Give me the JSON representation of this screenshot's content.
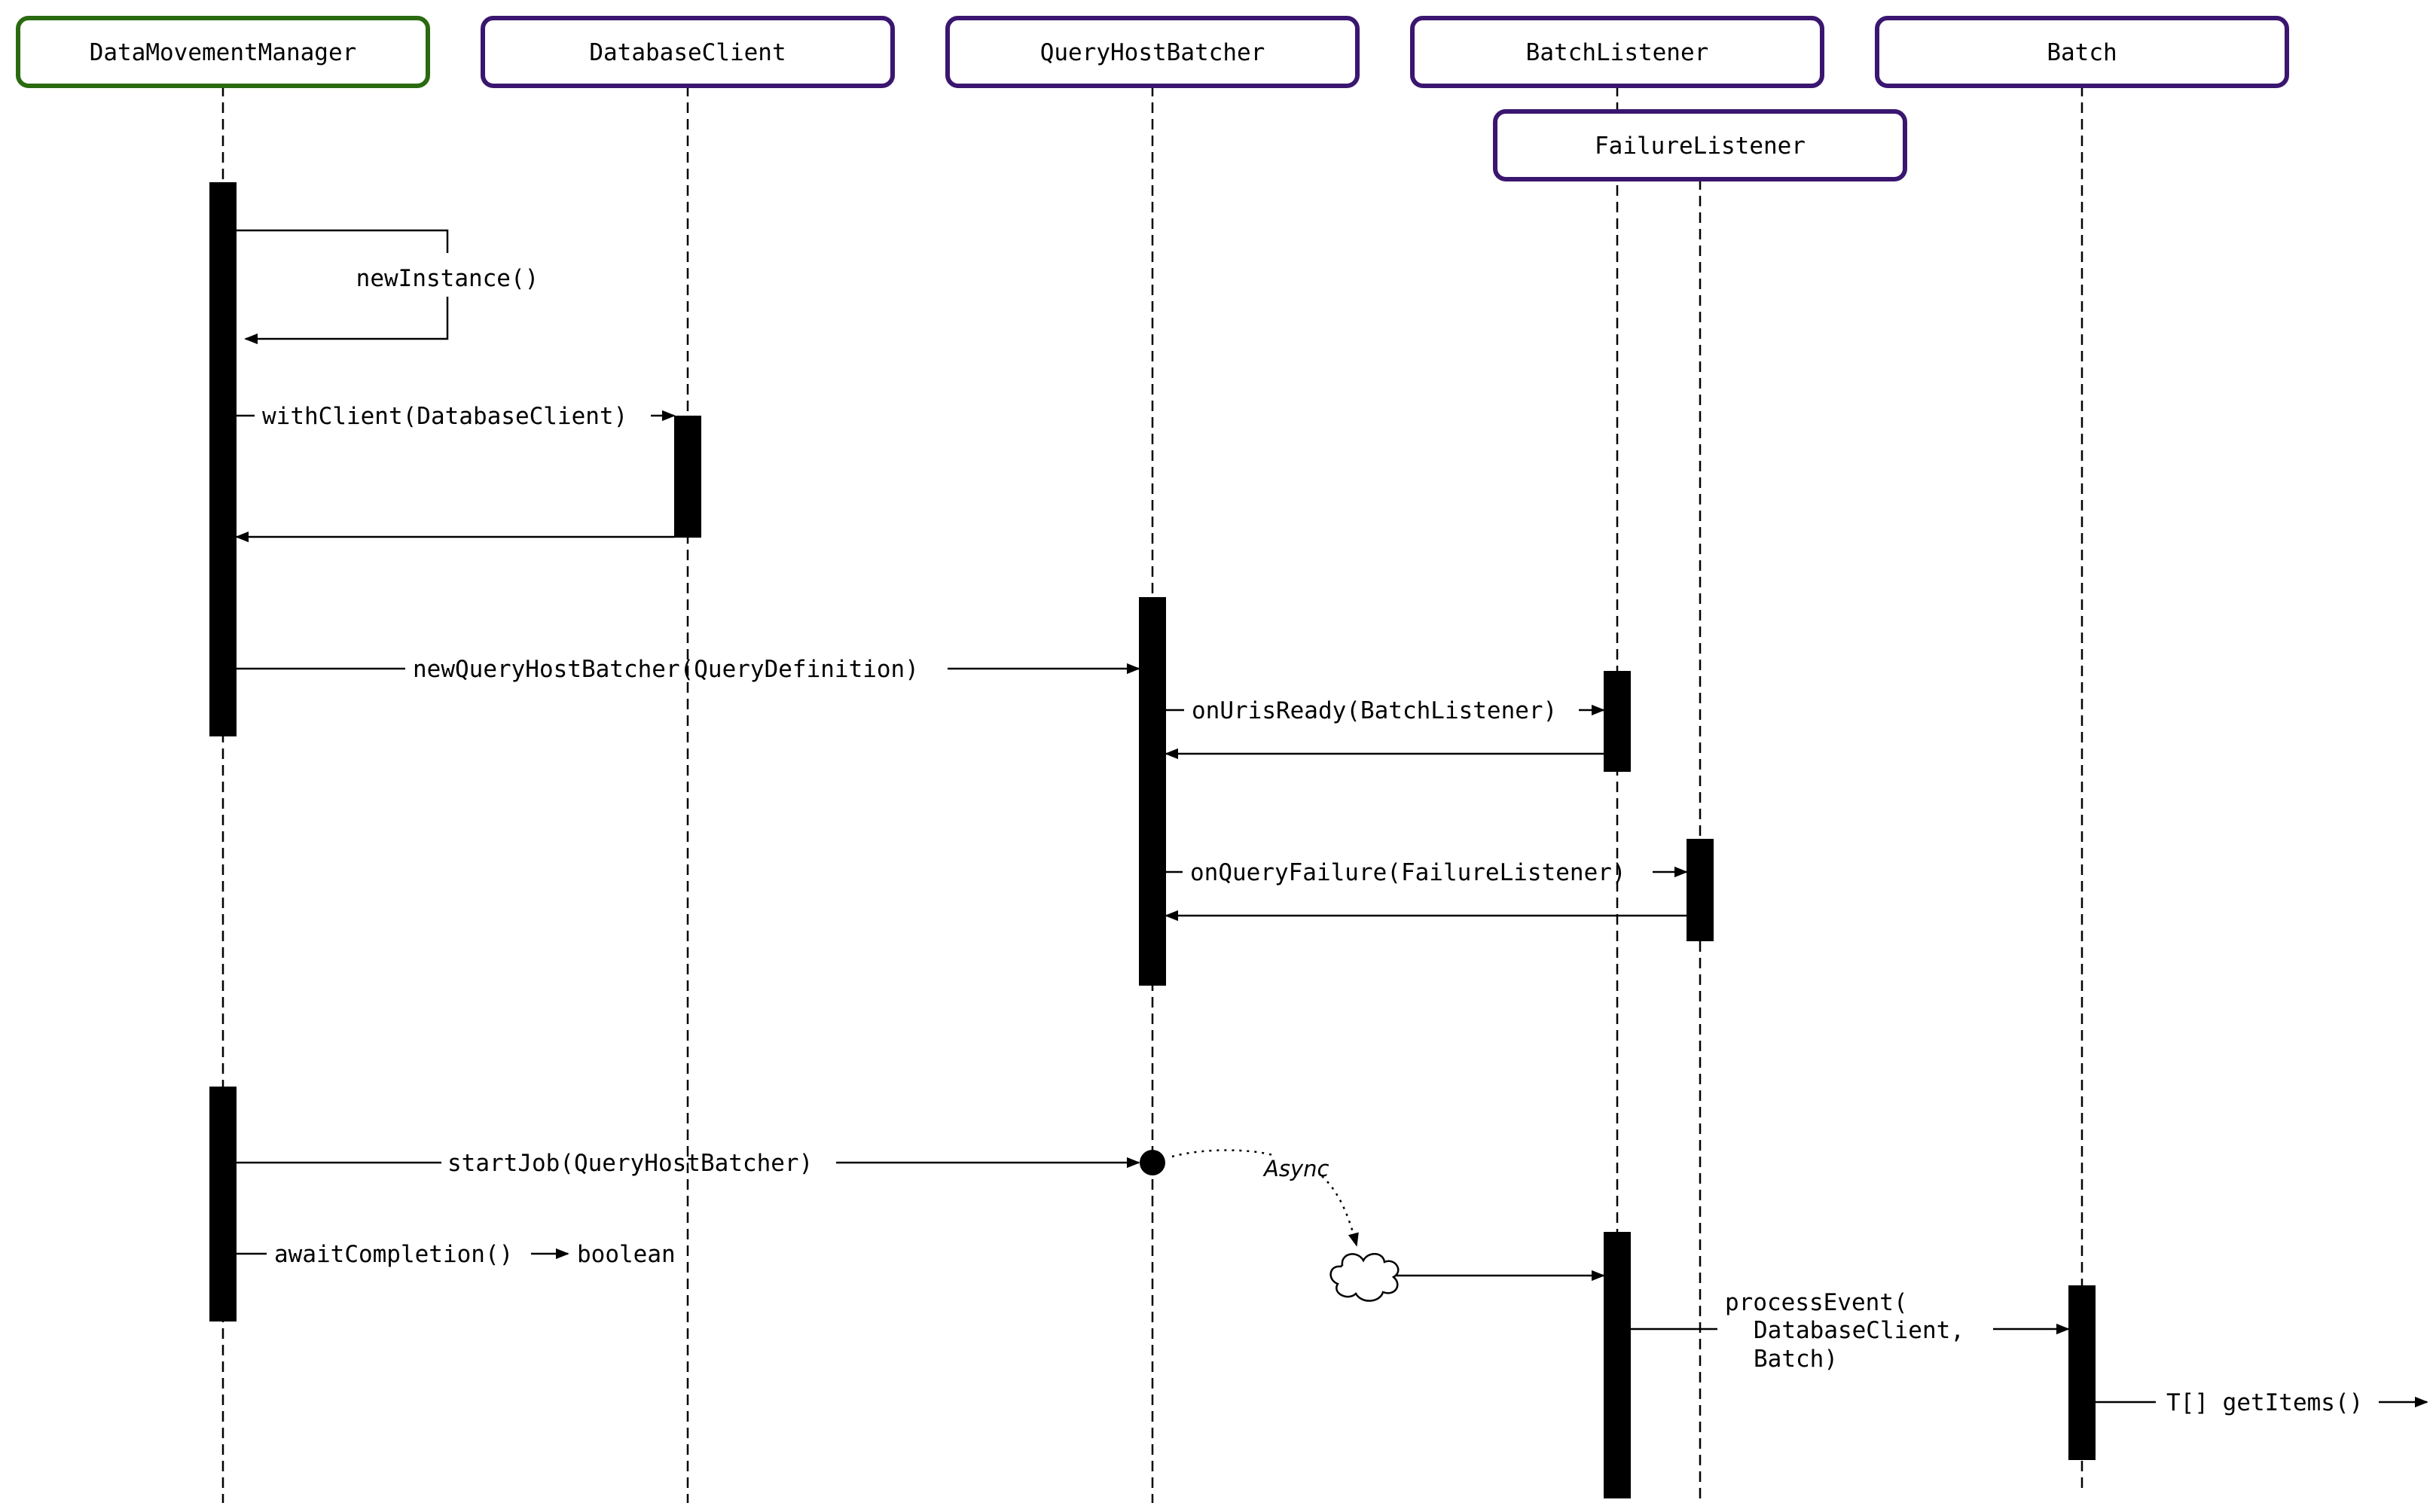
{
  "colors": {
    "manager_border": "#2a6a10",
    "participant_border": "#3a1670",
    "line": "#000000",
    "activation": "#000000"
  },
  "participants": {
    "data_movement_manager": "DataMovementManager",
    "database_client": "DatabaseClient",
    "query_host_batcher": "QueryHostBatcher",
    "batch_listener": "BatchListener",
    "batch": "Batch",
    "failure_listener": "FailureListener"
  },
  "messages": {
    "new_instance": "newInstance()",
    "with_client": "withClient(DatabaseClient)",
    "new_query_host_batcher": "newQueryHostBatcher(QueryDefinition)",
    "on_uris_ready": "onUrisReady(BatchListener)",
    "on_query_failure": "onQueryFailure(FailureListener)",
    "start_job": "startJob(QueryHostBatcher)",
    "await_completion": "awaitCompletion()",
    "await_completion_return": "boolean",
    "async_note": "Async",
    "process_event_line1": "processEvent(",
    "process_event_line2": "DatabaseClient,",
    "process_event_line3": "Batch)",
    "get_items": "T[] getItems()"
  }
}
